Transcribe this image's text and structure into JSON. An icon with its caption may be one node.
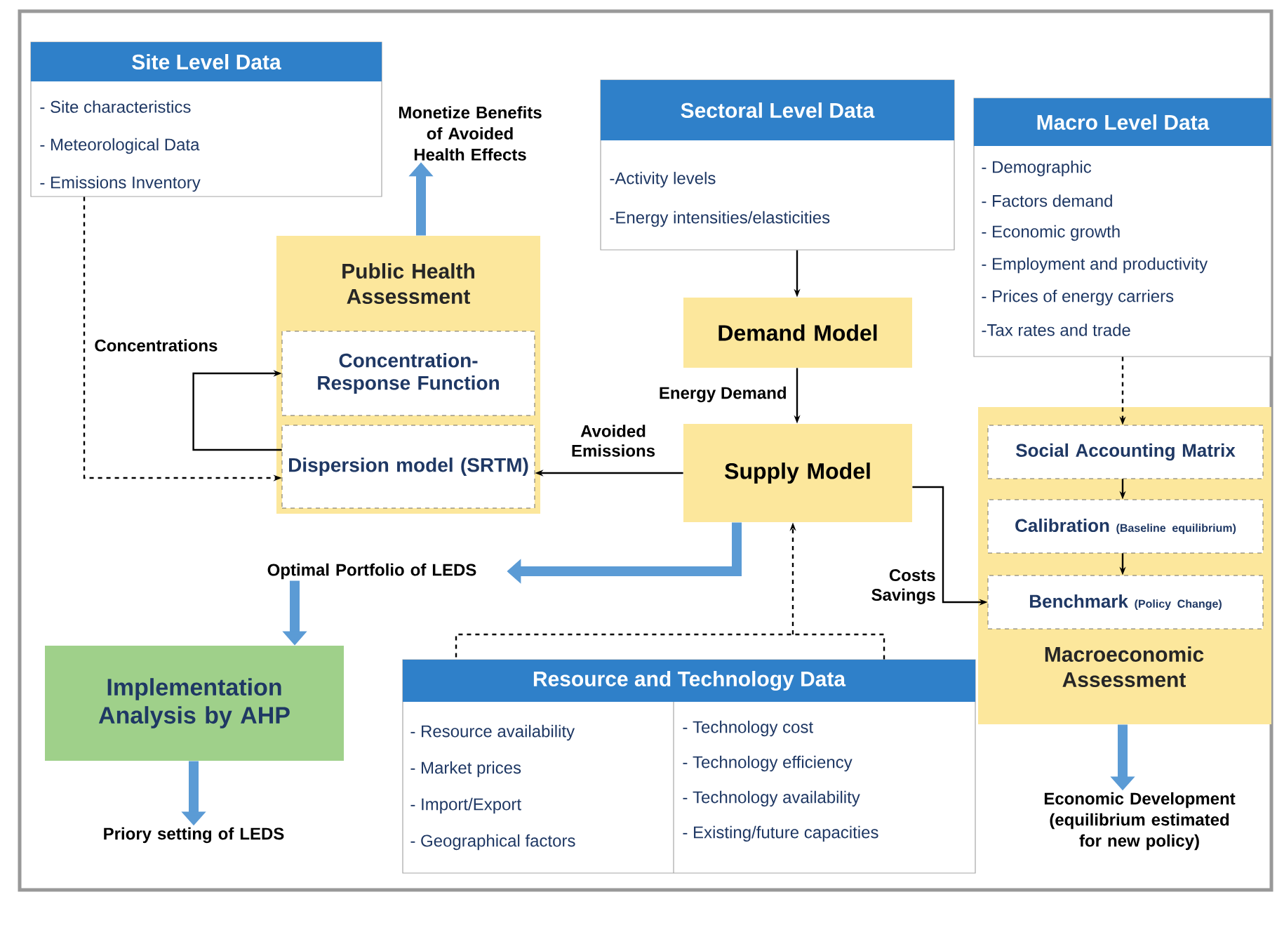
{
  "diagram": {
    "nodes": [
      {
        "text": [
          "Site Level Data",
          "- Site characteristics",
          "- Meteorological Data",
          "- Emissions Inventory"
        ]
      },
      {
        "text": [
          "Monetize Benefits of Avoided Health Effects"
        ]
      },
      {
        "text": [
          "Sectoral Level Data",
          "-Activity levels",
          "-Energy intensities/elasticities"
        ]
      },
      {
        "text": [
          "Macro Level Data",
          "- Demographic",
          "- Factors demand",
          "- Economic growth",
          "- Employment and productivity",
          "- Prices of energy carriers",
          "-Tax rates and trade"
        ]
      },
      {
        "text": [
          "Public Health Assessment"
        ]
      },
      {
        "text": [
          "Concentration-Response Function"
        ],
        "in": 4
      },
      {
        "text": [
          "Dispersion model (SRTM)"
        ],
        "in": 4
      },
      {
        "text": [
          "Demand Model"
        ]
      },
      {
        "text": [
          "Supply Model"
        ]
      },
      {
        "text": [
          "Macroeconomic Assessment"
        ]
      },
      {
        "text": [
          "Social Accounting Matrix"
        ],
        "in": 9
      },
      {
        "text": [
          "Calibration",
          "(Baseline equilibrium)"
        ],
        "in": 9
      },
      {
        "text": [
          "Benchmark",
          "(Policy Change)"
        ],
        "in": 9
      },
      {
        "text": [
          "Optimal Portfolio of LEDS"
        ]
      },
      {
        "text": [
          "Implementation Analysis by AHP"
        ]
      },
      {
        "text": [
          "Priory setting of LEDS"
        ]
      },
      {
        "text": [
          "Resource and Technology Data",
          "- Resource availability",
          "- Market prices",
          "- Import/Export",
          "- Geographical factors",
          "- Technology cost",
          "- Technology efficiency",
          "- Technology availability",
          "- Existing/future capacities"
        ]
      },
      {
        "text": [
          "Economic Development (equilibrium estimated for new policy)"
        ]
      }
    ],
    "edges": [
      {
        "from": 4,
        "to": 1,
        "arrow": "to",
        "style": "thick",
        "color": "#5b9bd5"
      },
      {
        "from": 0,
        "to": 6,
        "arrow": "to",
        "style": "dashed"
      },
      {
        "from": 6,
        "to": 5,
        "arrow": "to",
        "label": "Concentrations"
      },
      {
        "from": 2,
        "to": 7,
        "arrow": "to"
      },
      {
        "from": 7,
        "to": 8,
        "arrow": "to",
        "label": "Energy Demand"
      },
      {
        "from": 8,
        "to": 6,
        "arrow": "to",
        "label": "Avoided Emissions"
      },
      {
        "from": 8,
        "to": 13,
        "arrow": "to",
        "style": "thick",
        "color": "#5b9bd5"
      },
      {
        "from": 16,
        "to": 8,
        "arrow": "to",
        "style": "dashed"
      },
      {
        "from": 8,
        "to": 12,
        "arrow": "to",
        "label": "Costs Savings"
      },
      {
        "from": 3,
        "to": 10,
        "arrow": "to",
        "style": "dashed"
      },
      {
        "from": 10,
        "to": 11,
        "arrow": "to"
      },
      {
        "from": 11,
        "to": 12,
        "arrow": "to"
      },
      {
        "from": 9,
        "to": 17,
        "arrow": "to",
        "style": "thick",
        "color": "#5b9bd5"
      },
      {
        "from": 13,
        "to": 14,
        "arrow": "to",
        "style": "thick",
        "color": "#5b9bd5"
      },
      {
        "from": 14,
        "to": 15,
        "arrow": "to",
        "style": "thick",
        "color": "#5b9bd5"
      }
    ]
  }
}
